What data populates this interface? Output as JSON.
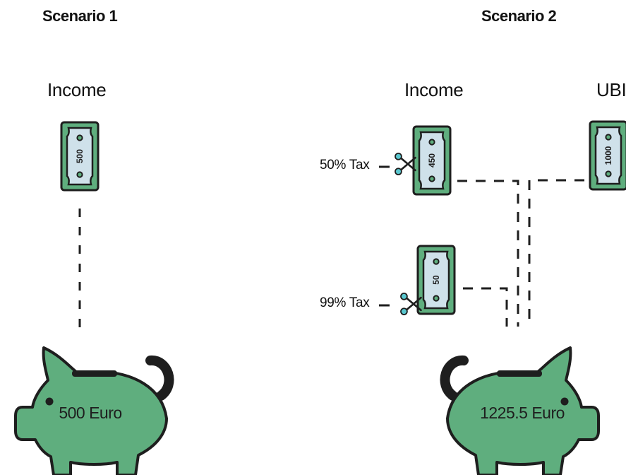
{
  "scenario1": {
    "title": "Scenario 1",
    "income_label": "Income",
    "income_note": "500",
    "total": "500 Euro"
  },
  "scenario2": {
    "title": "Scenario 2",
    "income_label": "Income",
    "ubi_label": "UBI",
    "note_a": "450",
    "tax_a": "50% Tax",
    "note_b": "50",
    "tax_b": "99% Tax",
    "ubi_note": "1000",
    "total": "1225.5 Euro"
  },
  "colors": {
    "note_green": "#5fae7e",
    "note_inner": "#cfe1ea",
    "pig_green": "#5fae7e",
    "outline": "#1e1e1e",
    "scissors": "#59c7cf"
  },
  "icons": [
    "banknote-icon",
    "scissors-icon",
    "piggy-bank-icon"
  ]
}
